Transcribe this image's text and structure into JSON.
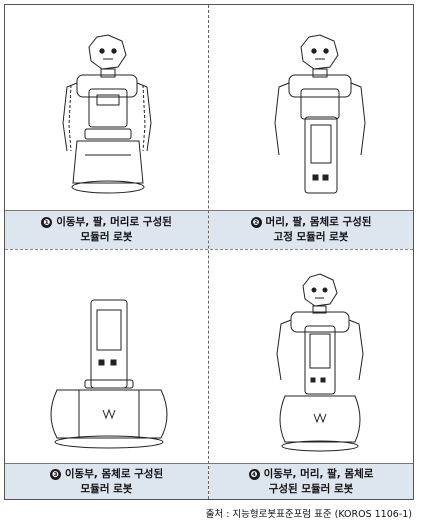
{
  "panels": [
    {
      "number": "❶",
      "line1": "이동부, 팔, 머리로 구성된",
      "line2": "모듈러 로봇"
    },
    {
      "number": "❷",
      "line1": "머리, 팔, 몸체로 구성된",
      "line2": "고정 모듈러 로봇"
    },
    {
      "number": "❸",
      "line1": "이동부, 몸체로 구성된",
      "line2": "모듈러 로봇"
    },
    {
      "number": "❹",
      "line1": "이동부, 머리, 팔, 몸체로",
      "line2": "구성된 모듈러 로봇"
    }
  ],
  "source": "출처 : 지능형로봇표준포럼 표준 (KOROS 1106-1)",
  "colors": {
    "caption_bg": "#dde5ef",
    "border": "#555555"
  }
}
